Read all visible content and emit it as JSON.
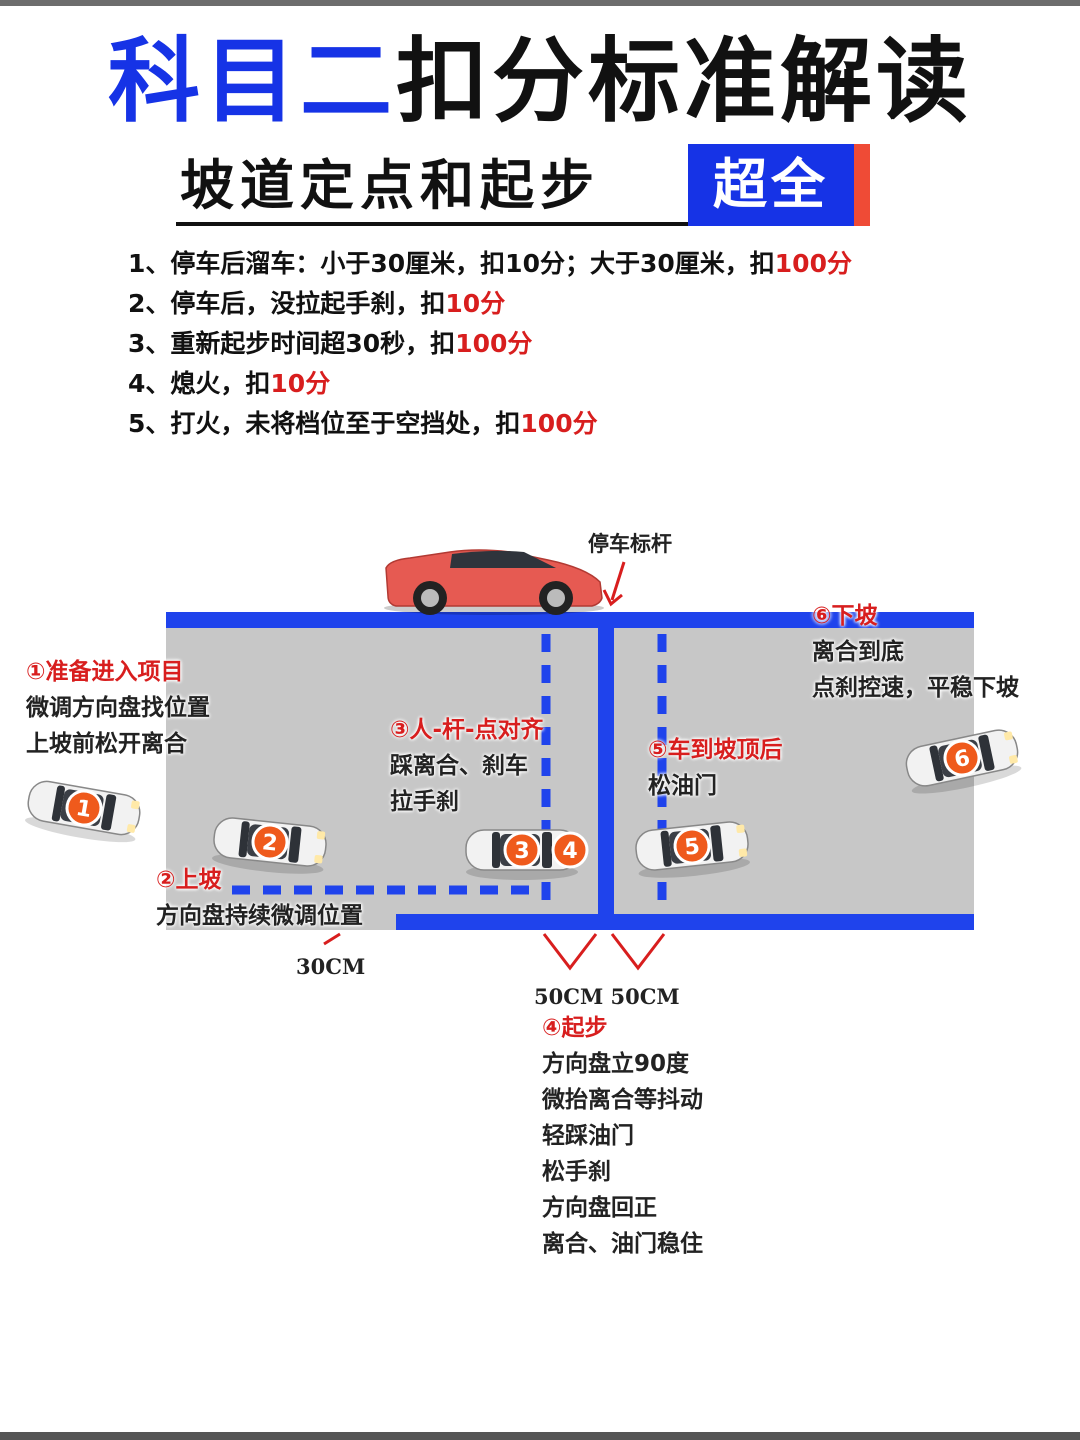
{
  "title": {
    "part_blue": "科目二",
    "part_black": "扣分标准解读"
  },
  "subtitle": {
    "text": "坡道定点和起步",
    "badge": "超全"
  },
  "rules": [
    {
      "text": "1、停车后溜车：小于30厘米，扣10分；大于30厘米，扣",
      "penalty": "100分"
    },
    {
      "text": "2、停车后，没拉起手刹，扣",
      "penalty": "10分"
    },
    {
      "text": "3、重新起步时间超30秒，扣",
      "penalty": "100分"
    },
    {
      "text": "4、熄火，扣",
      "penalty": "10分"
    },
    {
      "text": "5、打火，未将档位至于空挡处，扣",
      "penalty": "100分"
    }
  ],
  "diagram": {
    "pole_label": "停车标杆",
    "steps": [
      {
        "head": "①准备进入项目",
        "lines": [
          "微调方向盘找位置",
          "上坡前松开离合"
        ]
      },
      {
        "head": "②上坡",
        "lines": [
          "方向盘持续微调位置"
        ]
      },
      {
        "head": "③人-杆-点对齐",
        "lines": [
          "踩离合、刹车",
          "拉手刹"
        ]
      },
      {
        "head": "④起步",
        "lines": [
          "方向盘立90度",
          "微抬离合等抖动",
          "轻踩油门",
          "松手刹",
          "方向盘回正",
          "离合、油门稳住"
        ]
      },
      {
        "head": "⑤车到坡顶后",
        "lines": [
          "松油门"
        ]
      },
      {
        "head": "⑥下坡",
        "lines": [
          "离合到底",
          "点刹控速，平稳下坡"
        ]
      }
    ],
    "cars": [
      "1",
      "2",
      "3",
      "4",
      "5",
      "6"
    ],
    "measures": [
      "30CM",
      "50CM 50CM"
    ],
    "colors": {
      "road": "#c7c7c7",
      "lane": "#1f43ec",
      "title_blue": "#1633e6",
      "penalty_red": "#d81e1e",
      "car_badge": "#ef5a1c",
      "hero_car": "#e65a52"
    }
  }
}
